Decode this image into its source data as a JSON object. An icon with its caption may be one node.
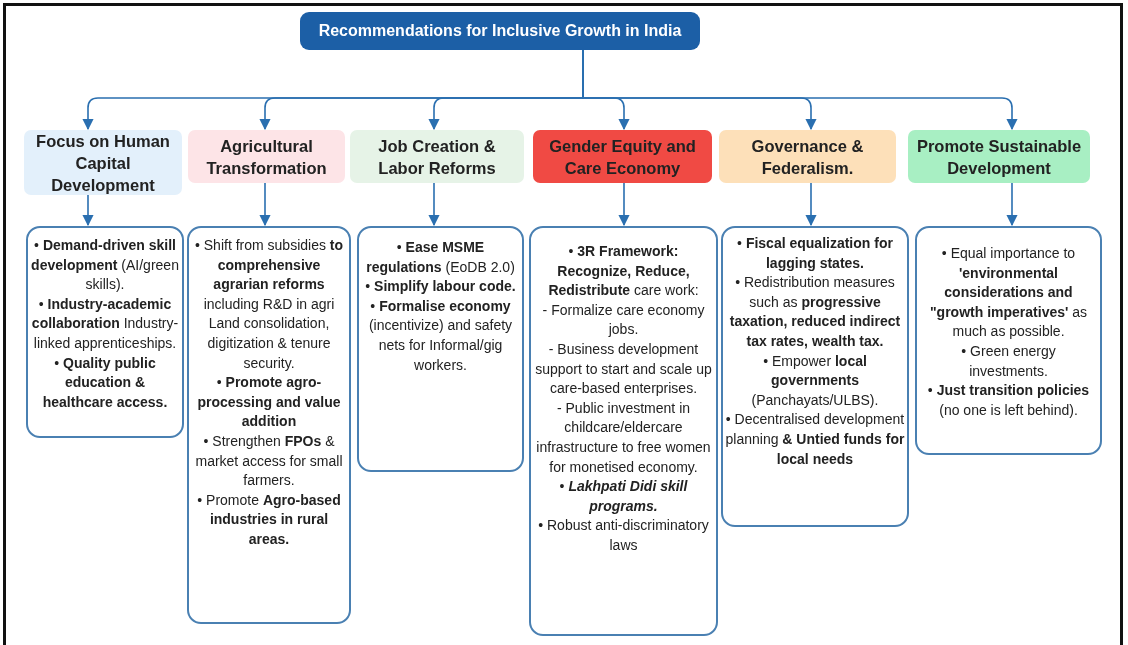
{
  "diagram": {
    "nodes": [
      {
        "text": [
          "Recommendations for Inclusive Growth in India"
        ]
      },
      {
        "text": [
          "Focus on Human Capital Development"
        ]
      },
      {
        "text": [
          "Agricultural Transformation"
        ]
      },
      {
        "text": [
          "Job Creation & Labor Reforms"
        ]
      },
      {
        "text": [
          "Gender Equity and Care Economy"
        ]
      },
      {
        "text": [
          "Governance & Federalism."
        ]
      },
      {
        "text": [
          "Promote Sustainable Development"
        ]
      },
      {
        "text": [
          "• **Demand-driven skill development** (AI/green skills).",
          "• **Industry-academic collaboration** Industry-linked apprenticeships.",
          "• **Quality public education & healthcare access.**"
        ]
      },
      {
        "text": [
          "• Shift from subsidies **to comprehensive agrarian reforms** including R&D in agri Land consolidation, digitization & tenure security.",
          "• **Promote agro-processing and value addition**",
          "• Strengthen **FPOs** & market access for small farmers.",
          "• Promote **Agro-based industries in rural areas.**"
        ]
      },
      {
        "text": [
          "• **Ease MSME regulations** (EoDB 2.0)",
          "• **Simplify labour code.**",
          "• **Formalise economy** (incentivize) and safety nets for Informal/gig workers."
        ]
      },
      {
        "text": [
          "• **3R Framework: Recognize, Reduce, Redistribute** care work:",
          "- Formalize care economy jobs.",
          "- Business development support to start and scale up care-based enterprises.",
          "- Public investment in childcare/eldercare infrastructure to free women for monetised economy.",
          "• *Lakhpati Didi skill programs.*",
          "• Robust anti-discriminatory laws"
        ]
      },
      {
        "text": [
          "• **Fiscal equalization for lagging states.**",
          "• Redistribution measures such as **progressive taxation, reduced indirect tax rates, wealth tax.**",
          "• Empower **local governments** (Panchayats/ULBS).",
          "• Decentralised development planning **& Untied funds for local needs**"
        ]
      },
      {
        "text": [
          "• Equal importance to **'environmental considerations and \"growth imperatives'** as much as possible.",
          "• Green energy investments.",
          "• **Just transition policies** (no one is left behind)."
        ]
      }
    ],
    "edges": [
      {
        "from": 0,
        "to": 1,
        "arrow": "to"
      },
      {
        "from": 0,
        "to": 2,
        "arrow": "to"
      },
      {
        "from": 0,
        "to": 3,
        "arrow": "to"
      },
      {
        "from": 0,
        "to": 4,
        "arrow": "to"
      },
      {
        "from": 0,
        "to": 5,
        "arrow": "to"
      },
      {
        "from": 0,
        "to": 6,
        "arrow": "to"
      },
      {
        "from": 1,
        "to": 7,
        "arrow": "to"
      },
      {
        "from": 2,
        "to": 8,
        "arrow": "to"
      },
      {
        "from": 3,
        "to": 9,
        "arrow": "to"
      },
      {
        "from": 4,
        "to": 10,
        "arrow": "to"
      },
      {
        "from": 5,
        "to": 11,
        "arrow": "to"
      },
      {
        "from": 6,
        "to": 12,
        "arrow": "to"
      }
    ]
  }
}
